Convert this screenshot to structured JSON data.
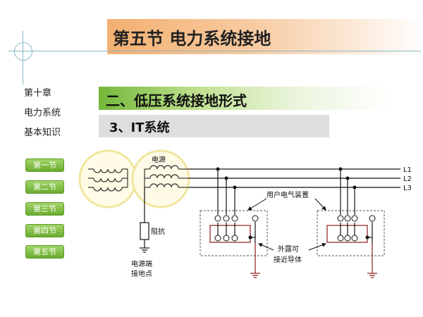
{
  "header": {
    "title": "第五节  电力系统接地"
  },
  "sidebar": {
    "chapter_lines": [
      "第十章",
      "电力系统",
      "基本知识"
    ],
    "nav": [
      "第一节",
      "第二节",
      "第三节",
      "第四节",
      "第五节"
    ]
  },
  "section": {
    "heading": "二、低压系统接地形式",
    "subheading": "3、IT系统"
  },
  "diagram": {
    "source_label": "电源",
    "resistor_label": "阻抗",
    "ground_point_label": [
      "电源端",
      "接地点"
    ],
    "line_labels": [
      "L1",
      "L2",
      "L3"
    ],
    "equipment_label": "用户电气装置",
    "conductive_part_label": [
      "外露可",
      "接近导体"
    ]
  }
}
